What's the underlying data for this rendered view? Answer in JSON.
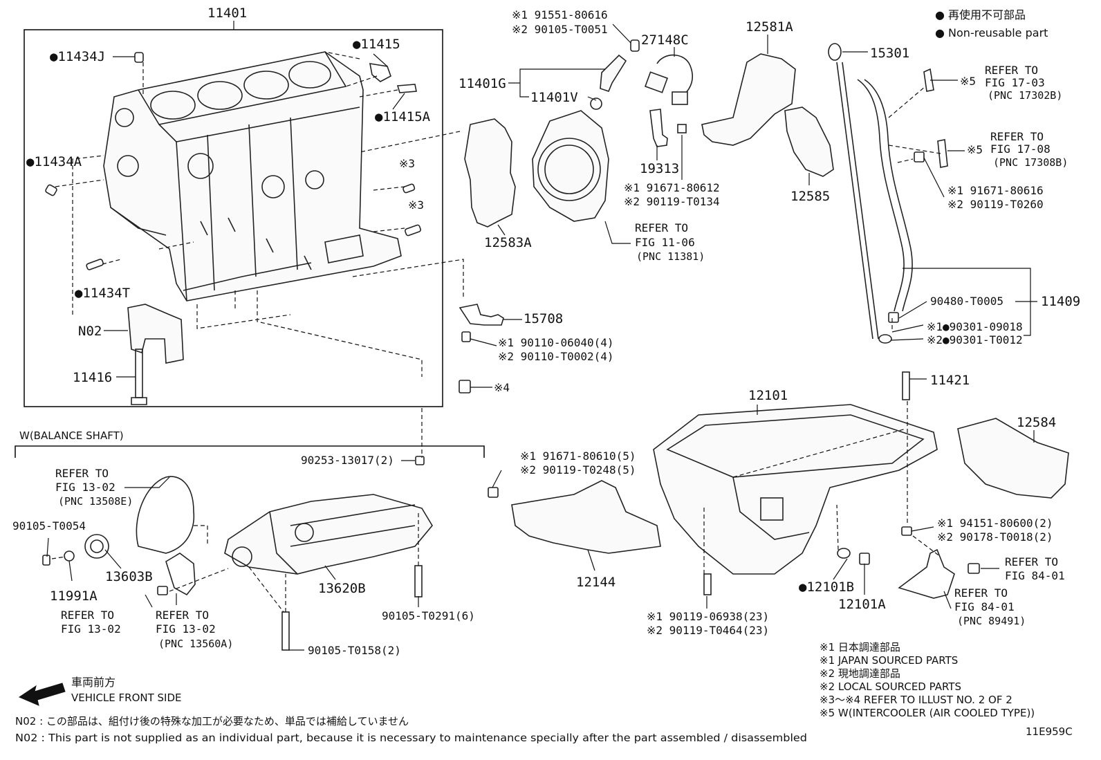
{
  "legend": {
    "jp": "再使用不可部品",
    "en": "Non-reusable part"
  },
  "frames": {
    "balance_shaft_group": "W(BALANCE SHAFT)"
  },
  "labels": {
    "block": "11401",
    "p11434J": "●11434J",
    "p11415": "●11415",
    "p11415A": "●11415A",
    "p11434A": "●11434A",
    "x3a": "※3",
    "x3b": "※3",
    "p11434T": "●11434T",
    "n02": "N02",
    "p11416": "11416",
    "s1_91551": "※1 91551-80616",
    "s2_90105_T0051": "※2 90105-T0051",
    "p11401G": "11401G",
    "p11401V": "11401V",
    "p27148C": "27148C",
    "p12581A": "12581A",
    "p19313": "19313",
    "s1_91671_80612": "※1 91671-80612",
    "s2_90119_T0134": "※2 90119-T0134",
    "p12585": "12585",
    "p12583A": "12583A",
    "refer_1106_a": "REFER TO",
    "refer_1106_b": "FIG 11-06",
    "refer_1106_c": "(PNC 11381)",
    "p15708": "15708",
    "s1_90110_06040": "※1 90110-06040(4)",
    "s2_90110_T0002": "※2 90110-T0002(4)",
    "x4": "※4",
    "p15301": "15301",
    "refer_1703_a": "REFER TO",
    "x5a": "※5",
    "refer_1703_b": "FIG 17-03",
    "refer_1703_c": "(PNC 17302B)",
    "refer_1708_a": "REFER TO",
    "x5b": "※5",
    "refer_1708_b": "FIG 17-08",
    "refer_1708_c": "(PNC 17308B)",
    "s1_91671_80616": "※1 91671-80616",
    "s2_90119_T0260": "※2 90119-T0260",
    "p90480": "90480-T0005",
    "p11409": "11409",
    "s1_90301_09018": "※1●90301-09018",
    "s2_90301_T0012": "※2●90301-T0012",
    "p11421": "11421",
    "p12101": "12101",
    "p12584": "12584",
    "s1_91671_80610": "※1 91671-80610(5)",
    "s2_90119_T0248": "※2 90119-T0248(5)",
    "p12144": "12144",
    "s1_94151": "※1 94151-80600(2)",
    "s2_90178": "※2 90178-T0018(2)",
    "refer_8401a_a": "REFER TO",
    "refer_8401a_b": "FIG 84-01",
    "p12101B": "●12101B",
    "p12101A": "12101A",
    "refer_8401b_a": "REFER TO",
    "refer_8401b_b": "FIG 84-01",
    "refer_8401b_c": "(PNC 89491)",
    "s1_90119_06938": "※1 90119-06938(23)",
    "s2_90119_T0464": "※2 90119-T0464(23)",
    "refer_1302a_a": "REFER TO",
    "refer_1302a_b": "FIG 13-02",
    "refer_1302a_c": "(PNC 13508E)",
    "p90253": "90253-13017(2)",
    "p90105_T0054": "90105-T0054",
    "p13603B": "13603B",
    "p11991A": "11991A",
    "p13620B": "13620B",
    "p90105_T0291": "90105-T0291(6)",
    "refer_1302b_a": "REFER TO",
    "refer_1302b_b": "FIG 13-02",
    "refer_1302c_a": "REFER TO",
    "refer_1302c_b": "FIG 13-02",
    "refer_1302c_c": "(PNC 13560A)",
    "p90105_T0158": "90105-T0158(2)"
  },
  "direction": {
    "jp": "車両前方",
    "en": "VEHICLE FRONT SIDE"
  },
  "notes": {
    "l1": "※1  日本調達部品",
    "l2": "※1  JAPAN SOURCED PARTS",
    "l3": "※2  現地調達部品",
    "l4": "※2  LOCAL SOURCED PARTS",
    "l5": "※3～※4  REFER TO ILLUST NO. 2 OF 2",
    "l6": "※5 W(INTERCOOLER (AIR COOLED TYPE))"
  },
  "footnotes": {
    "jp": "N02 : この部品は、組付け後の特殊な加工が必要なため、単品では補給していません",
    "en": "N02 : This part is not supplied as an individual part, because it is necessary to maintenance specially after the part assembled / disassembled"
  },
  "illustration_id": "11E959C"
}
